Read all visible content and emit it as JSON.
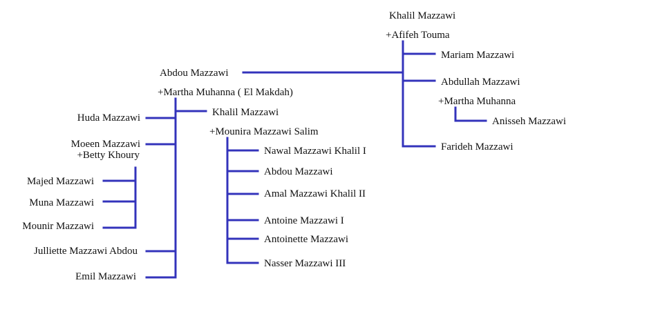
{
  "colors": {
    "line": "#3333bb",
    "text": "#111111",
    "background": "#ffffff"
  },
  "nodes": {
    "khalil_root": "Khalil Mazzawi",
    "afifeh": "+Afifeh Touma",
    "mariam": "Mariam Mazzawi",
    "abdullah": "Abdullah Mazzawi",
    "martha_muhanna": "+Martha Muhanna",
    "anisseh": "Anisseh Mazzawi",
    "farideh": "Farideh Mazzawi",
    "abdou": "Abdou Mazzawi",
    "martha_el_makdah": "+Martha Muhanna ( El Makdah)",
    "huda": "Huda Mazzawi",
    "khalil_2": "Khalil Mazzawi",
    "mounira": "+Mounira Mazzawi Salim",
    "moeen": "Moeen Mazzawi",
    "betty": "+Betty Khoury",
    "majed": "Majed Mazzawi",
    "muna": "Muna Mazzawi",
    "mounir": "Mounir Mazzawi",
    "julliette": "Julliette Mazzawi Abdou",
    "emil": "Emil Mazzawi",
    "nawal": "Nawal Mazzawi Khalil I",
    "abdou_2": "Abdou Mazzawi",
    "amal": "Amal Mazzawi Khalil II",
    "antoine": "Antoine Mazzawi I",
    "antoinette": "Antoinette Mazzawi",
    "nasser": "Nasser Mazzawi III"
  }
}
